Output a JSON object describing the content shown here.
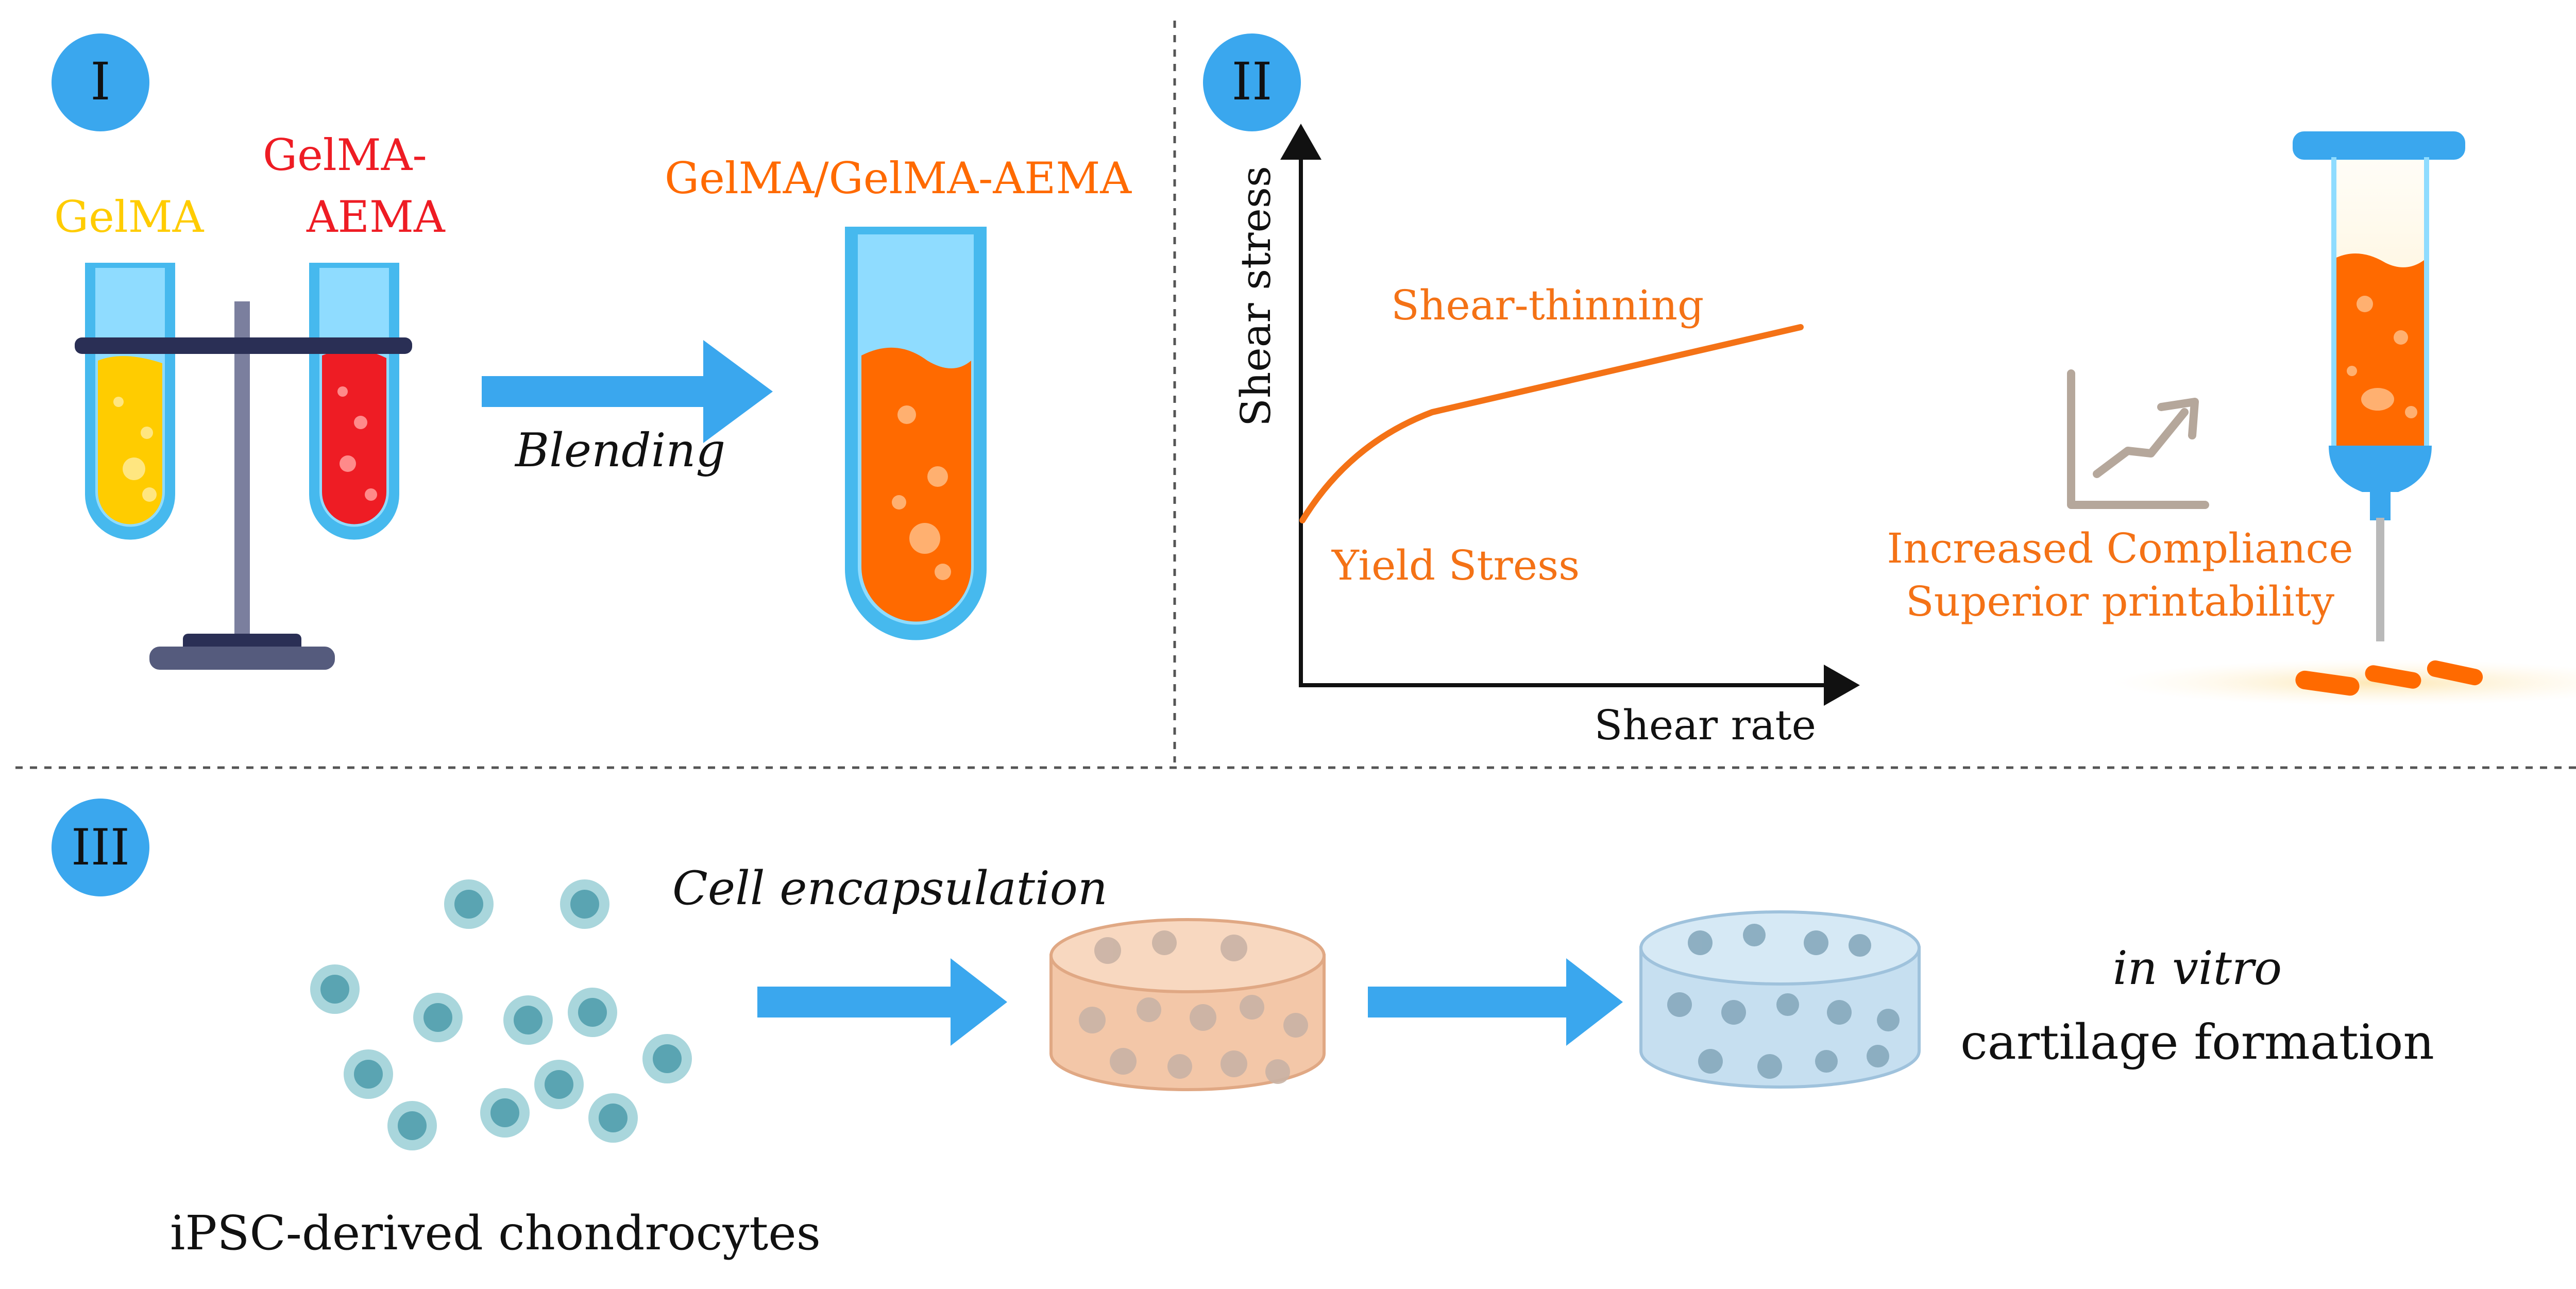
{
  "colors": {
    "badge_blue": "#3aa7ee",
    "arrow_blue": "#3aa7ee",
    "tube_blue": "#46b9ee",
    "tube_light": "#8fdcff",
    "gelma_yellow": "#ffcc00",
    "aema_red": "#ee1c24",
    "blend_orange": "#ff6a00",
    "curve_orange": "#f47216",
    "stand_dark": "#2a2f55",
    "stand_mid": "#7b7f9e",
    "graph_icon_gray": "#b5a79b",
    "cell_fill": "#a9d6dc",
    "cell_nucleus": "#5aa4b2",
    "scaffold_peach": "#f3c7a8",
    "scaffold_blue": "#c6dff0",
    "divider": "#555555",
    "black": "#111111"
  },
  "panel_I": {
    "badge": "I",
    "label_gelma": "GelMA",
    "label_aema_line1": "GelMA-",
    "label_aema_line2": "AEMA",
    "blend_label": "Blending",
    "blend_result": "GelMA/GelMA-AEMA"
  },
  "panel_II": {
    "badge": "II",
    "y_axis_label": "Shear stress",
    "x_axis_label": "Shear rate",
    "curve_label": "Shear-thinning",
    "yield_label": "Yield Stress",
    "benefit_line1": "Increased Compliance",
    "benefit_line2": "Superior printability"
  },
  "panel_III": {
    "badge": "III",
    "cells_label": "iPSC-derived chondrocytes",
    "step_label": "Cell encapsulation",
    "result_line1": "in vitro",
    "result_line2": "cartilage formation"
  }
}
